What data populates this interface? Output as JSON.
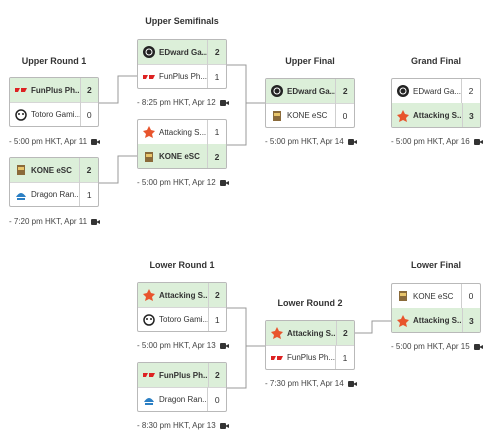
{
  "rounds": {
    "upper_r1": "Upper Round 1",
    "upper_semis": "Upper Semifinals",
    "upper_final": "Upper Final",
    "grand_final": "Grand Final",
    "lower_r1": "Lower Round 1",
    "lower_r2": "Lower Round 2",
    "lower_final": "Lower Final"
  },
  "matches": {
    "ur1_m1": {
      "team1": "FunPlus Ph...",
      "score1": "2",
      "team2": "Totoro Gami...",
      "score2": "0",
      "time": "- 5:00 pm HKT, Apr 11"
    },
    "ur1_m2": {
      "team1": "KONE eSC",
      "score1": "2",
      "team2": "Dragon Ran...",
      "score2": "1",
      "time": "- 7:20 pm HKT, Apr 11"
    },
    "us_m1": {
      "team1": "EDward Ga...",
      "score1": "2",
      "team2": "FunPlus Ph...",
      "score2": "1",
      "time": "- 8:25 pm HKT, Apr 12"
    },
    "us_m2": {
      "team1": "Attacking S...",
      "score1": "1",
      "team2": "KONE eSC",
      "score2": "2",
      "time": "- 5:00 pm HKT, Apr 12"
    },
    "uf": {
      "team1": "EDward Ga...",
      "score1": "2",
      "team2": "KONE eSC",
      "score2": "0",
      "time": "- 5:00 pm HKT, Apr 14"
    },
    "gf": {
      "team1": "EDward Ga...",
      "score1": "2",
      "team2": "Attacking S...",
      "score2": "3",
      "time": "- 5:00 pm HKT, Apr 16"
    },
    "lr1_m1": {
      "team1": "Attacking S...",
      "score1": "2",
      "team2": "Totoro Gami...",
      "score2": "1",
      "time": "- 5:00 pm HKT, Apr 13"
    },
    "lr1_m2": {
      "team1": "FunPlus Ph...",
      "score1": "2",
      "team2": "Dragon Ran...",
      "score2": "0",
      "time": "- 8:30 pm HKT, Apr 13"
    },
    "lr2": {
      "team1": "Attacking S...",
      "score1": "2",
      "team2": "FunPlus Ph...",
      "score2": "1",
      "time": "- 7:30 pm HKT, Apr 14"
    },
    "lf": {
      "team1": "KONE eSC",
      "score1": "0",
      "team2": "Attacking S...",
      "score2": "3",
      "time": "- 5:00 pm HKT, Apr 15"
    }
  },
  "colors": {
    "winner_bg": "#dcefd9",
    "border": "#b9b9b9",
    "line": "#999999"
  },
  "icons": {
    "video": "video-camera-icon"
  }
}
